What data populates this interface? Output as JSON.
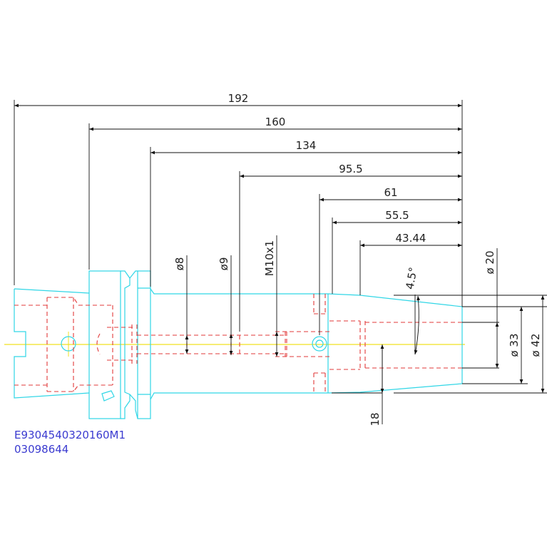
{
  "colors": {
    "outline": "#30d6e6",
    "hidden": "#e23a3a",
    "centerline": "#f0e020",
    "dimension": "#111111",
    "code": "#3b3bd0"
  },
  "dimensions": {
    "len_192": "192",
    "len_160": "160",
    "len_134": "134",
    "len_95_5": "95.5",
    "len_61": "61",
    "len_55_5": "55.5",
    "len_43_44": "43.44",
    "dia_8": "ø8",
    "dia_9": "ø9",
    "thread_m10": "M10x1",
    "dia_20": "ø 20",
    "dia_33": "ø 33",
    "dia_42": "ø 42",
    "taper_angle": "4.5°",
    "len_18": "18"
  },
  "codes": {
    "part_number": "E9304540320160M1",
    "order_number": "03098644"
  }
}
